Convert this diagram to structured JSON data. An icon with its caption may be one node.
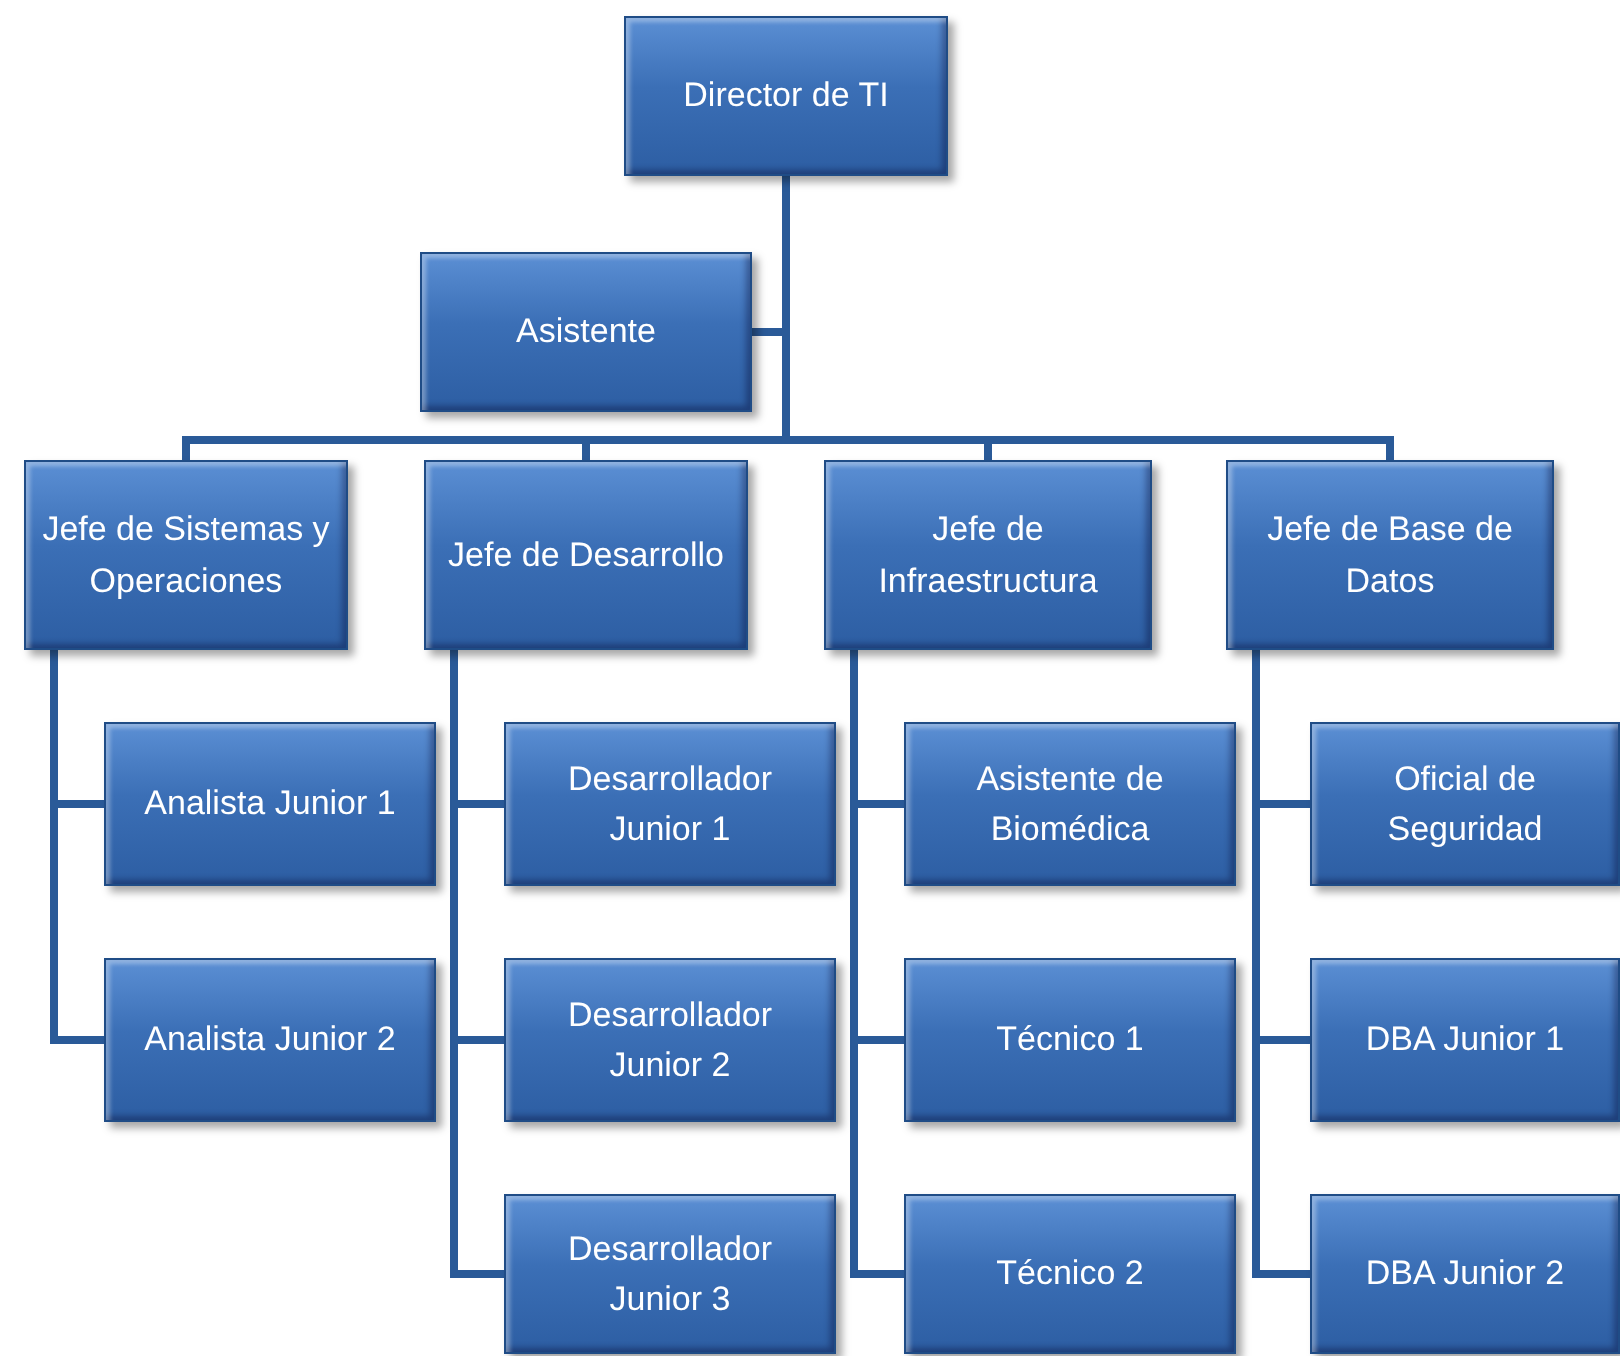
{
  "diagram": {
    "nodes": [
      {
        "text": [
          "Director de TI"
        ]
      },
      {
        "text": [
          "Asistente"
        ]
      },
      {
        "text": [
          "Jefe de Sistemas y Operaciones"
        ]
      },
      {
        "text": [
          "Jefe de Desarrollo"
        ]
      },
      {
        "text": [
          "Jefe de Infraestructura"
        ]
      },
      {
        "text": [
          "Jefe de Base de Datos"
        ]
      },
      {
        "text": [
          "Analista Junior 1"
        ]
      },
      {
        "text": [
          "Analista Junior 2"
        ]
      },
      {
        "text": [
          "Desarrollador Junior 1"
        ]
      },
      {
        "text": [
          "Desarrollador Junior 2"
        ]
      },
      {
        "text": [
          "Desarrollador Junior 3"
        ]
      },
      {
        "text": [
          "Asistente de Biomédica"
        ]
      },
      {
        "text": [
          "Técnico 1"
        ]
      },
      {
        "text": [
          "Técnico 2"
        ]
      },
      {
        "text": [
          "Oficial de Seguridad"
        ]
      },
      {
        "text": [
          "DBA Junior 1"
        ]
      },
      {
        "text": [
          "DBA Junior 2"
        ]
      }
    ],
    "edges": [
      {
        "from": 0,
        "to": 1,
        "arrow": "none"
      },
      {
        "from": 0,
        "to": 2,
        "arrow": "none"
      },
      {
        "from": 0,
        "to": 3,
        "arrow": "none"
      },
      {
        "from": 0,
        "to": 4,
        "arrow": "none"
      },
      {
        "from": 0,
        "to": 5,
        "arrow": "none"
      },
      {
        "from": 2,
        "to": 6,
        "arrow": "none"
      },
      {
        "from": 2,
        "to": 7,
        "arrow": "none"
      },
      {
        "from": 3,
        "to": 8,
        "arrow": "none"
      },
      {
        "from": 3,
        "to": 9,
        "arrow": "none"
      },
      {
        "from": 3,
        "to": 10,
        "arrow": "none"
      },
      {
        "from": 4,
        "to": 11,
        "arrow": "none"
      },
      {
        "from": 4,
        "to": 12,
        "arrow": "none"
      },
      {
        "from": 4,
        "to": 13,
        "arrow": "none"
      },
      {
        "from": 5,
        "to": 14,
        "arrow": "none"
      },
      {
        "from": 5,
        "to": 15,
        "arrow": "none"
      },
      {
        "from": 5,
        "to": 16,
        "arrow": "none"
      }
    ]
  }
}
